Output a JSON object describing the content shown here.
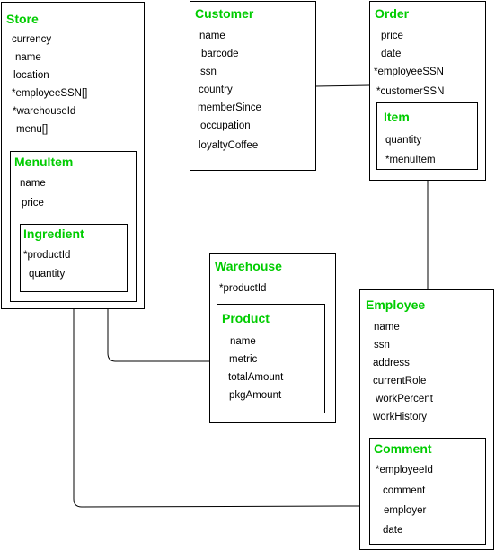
{
  "colors": {
    "title": "#00cc00",
    "border": "#000000",
    "text": "#000000",
    "background": "#ffffff"
  },
  "entities": {
    "store": {
      "title": "Store",
      "fields": [
        "currency",
        "name",
        "location",
        "*employeeSSN[]",
        "*warehouseId",
        "menu[]"
      ],
      "menu_item": {
        "title": "MenuItem",
        "fields": [
          "name",
          "price"
        ],
        "ingredient": {
          "title": "Ingredient",
          "fields": [
            "*productId",
            "quantity"
          ]
        }
      }
    },
    "customer": {
      "title": "Customer",
      "fields": [
        "name",
        "barcode",
        "ssn",
        "country",
        "memberSince",
        "occupation",
        "loyaltyCoffee"
      ]
    },
    "order": {
      "title": "Order",
      "fields": [
        "price",
        "date",
        "*employeeSSN",
        "*customerSSN"
      ],
      "item": {
        "title": "Item",
        "fields": [
          "quantity",
          "*menuItem"
        ]
      }
    },
    "warehouse": {
      "title": "Warehouse",
      "fields": [
        "*productId"
      ],
      "product": {
        "title": "Product",
        "fields": [
          "name",
          "metric",
          "totalAmount",
          "pkgAmount"
        ]
      }
    },
    "employee": {
      "title": "Employee",
      "fields": [
        "name",
        "ssn",
        "address",
        "currentRole",
        "workPercent",
        "workHistory"
      ],
      "comment": {
        "title": "Comment",
        "fields": [
          "*employeeId",
          "comment",
          "employer",
          "date"
        ]
      }
    }
  }
}
